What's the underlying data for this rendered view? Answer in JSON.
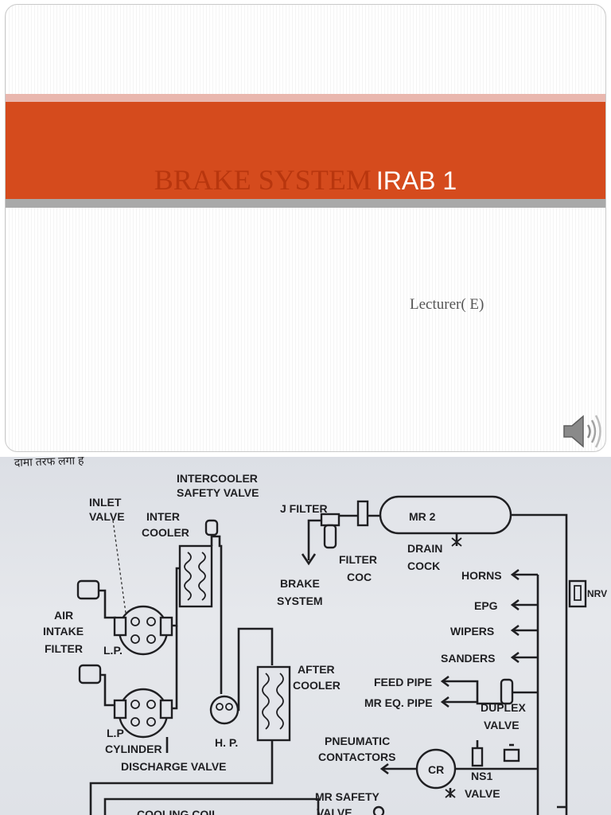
{
  "slide": {
    "title_part1": "BRAKE SYSTEM",
    "title_part2": "IRAB 1",
    "subtitle": "Lecturer( E)",
    "icon": "speaker-icon",
    "colors": {
      "band": "#d54b1d",
      "title_serif": "#b8360e",
      "stripe_top": "#e9b7ae",
      "stripe_bottom": "#a9a9a9"
    }
  },
  "diagram": {
    "header_text": "दामा तरफ लगा हे",
    "labels": {
      "intercooler_safety_1": "INTERCOOLER",
      "intercooler_safety_2": "SAFETY VALVE",
      "inlet_1": "INLET",
      "inlet_2": "VALVE",
      "inter_1": "INTER",
      "inter_2": "COOLER",
      "air_1": "AIR",
      "air_2": "INTAKE",
      "air_3": "FILTER",
      "lp": "L.P.",
      "lp_cyl_1": "L.P",
      "lp_cyl_2": "CYLINDER",
      "hp": "H. P.",
      "discharge": "DISCHARGE VALVE",
      "cooling": "COOLING COIL",
      "after_1": "AFTER",
      "after_2": "COOLER",
      "jfilter": "J FILTER",
      "filter_1": "FILTER",
      "filter_2": "COC",
      "brake_1": "BRAKE",
      "brake_2": "SYSTEM",
      "mr2": "MR 2",
      "drain_1": "DRAIN",
      "drain_2": "COCK",
      "nrv": "NRV",
      "horns": "HORNS",
      "epg": "EPG",
      "wipers": "WIPERS",
      "sanders": "SANDERS",
      "feed": "FEED PIPE",
      "mreq": "MR EQ. PIPE",
      "duplex_1": "DUPLEX",
      "duplex_2": "VALVE",
      "pneu_1": "PNEUMATIC",
      "pneu_2": "CONTACTORS",
      "cr": "CR",
      "ns1_1": "NS1",
      "ns1_2": "VALVE",
      "mrsafety_1": "MR SAFETY",
      "mrsafety_2": "VALVE"
    }
  }
}
